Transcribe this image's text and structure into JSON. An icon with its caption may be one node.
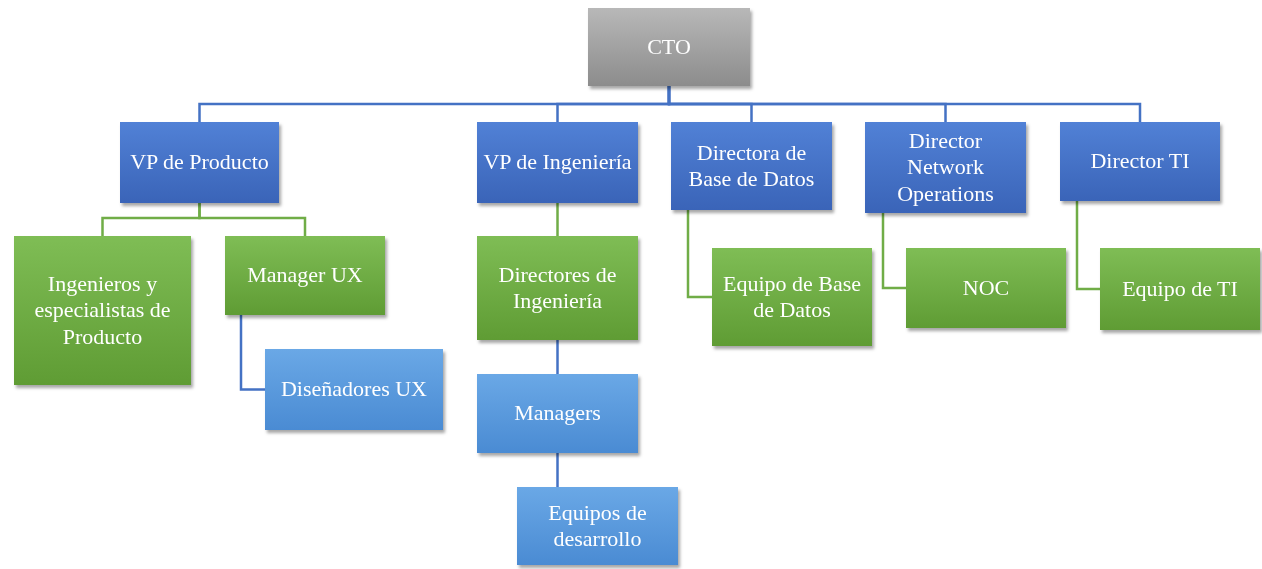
{
  "diagram": {
    "nodes": [
      {
        "text": [
          "CTO"
        ]
      },
      {
        "text": [
          "VP de Producto"
        ]
      },
      {
        "text": [
          "VP de Ingeniería"
        ]
      },
      {
        "text": [
          "Directora de Base de Datos"
        ]
      },
      {
        "text": [
          "Director Network Operations"
        ]
      },
      {
        "text": [
          "Director TI"
        ]
      },
      {
        "text": [
          "Ingenieros y especialistas de Producto"
        ]
      },
      {
        "text": [
          "Manager UX"
        ]
      },
      {
        "text": [
          "Diseñadores UX"
        ]
      },
      {
        "text": [
          "Directores de Ingeniería"
        ]
      },
      {
        "text": [
          "Managers"
        ]
      },
      {
        "text": [
          "Equipos de desarrollo"
        ]
      },
      {
        "text": [
          "Equipo de Base de Datos"
        ]
      },
      {
        "text": [
          "NOC"
        ]
      },
      {
        "text": [
          "Equipo de TI"
        ]
      }
    ],
    "edges": [
      {
        "from": 0,
        "to": 1,
        "arrow": "none"
      },
      {
        "from": 0,
        "to": 2,
        "arrow": "none"
      },
      {
        "from": 0,
        "to": 3,
        "arrow": "none"
      },
      {
        "from": 0,
        "to": 4,
        "arrow": "none"
      },
      {
        "from": 0,
        "to": 5,
        "arrow": "none"
      },
      {
        "from": 1,
        "to": 6,
        "arrow": "none",
        "color": "#70ad47"
      },
      {
        "from": 1,
        "to": 7,
        "arrow": "none",
        "color": "#70ad47"
      },
      {
        "from": 7,
        "to": 8,
        "arrow": "none"
      },
      {
        "from": 2,
        "to": 9,
        "arrow": "none",
        "color": "#70ad47"
      },
      {
        "from": 9,
        "to": 10,
        "arrow": "none"
      },
      {
        "from": 10,
        "to": 11,
        "arrow": "none"
      },
      {
        "from": 3,
        "to": 12,
        "arrow": "none",
        "color": "#70ad47"
      },
      {
        "from": 4,
        "to": 13,
        "arrow": "none",
        "color": "#70ad47"
      },
      {
        "from": 5,
        "to": 14,
        "arrow": "none",
        "color": "#70ad47"
      }
    ]
  }
}
